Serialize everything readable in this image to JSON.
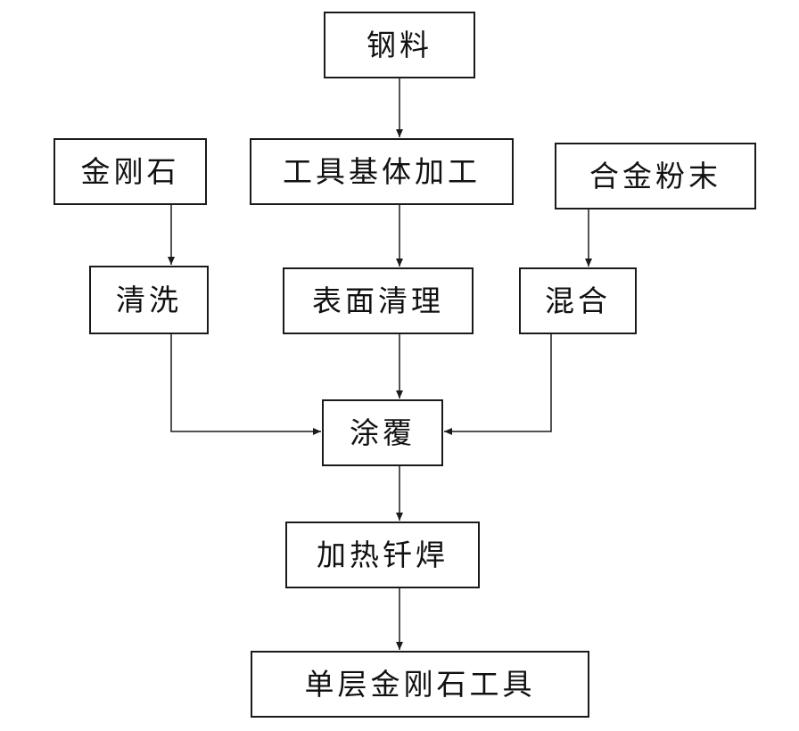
{
  "nodes": {
    "steel": "钢料",
    "diamond": "金刚石",
    "base_processing": "工具基体加工",
    "alloy_powder": "合金粉末",
    "wash": "清洗",
    "surface_cleaning": "表面清理",
    "mix": "混合",
    "coating": "涂覆",
    "heat_brazing": "加热钎焊",
    "single_layer_tool": "单层金刚石工具"
  }
}
